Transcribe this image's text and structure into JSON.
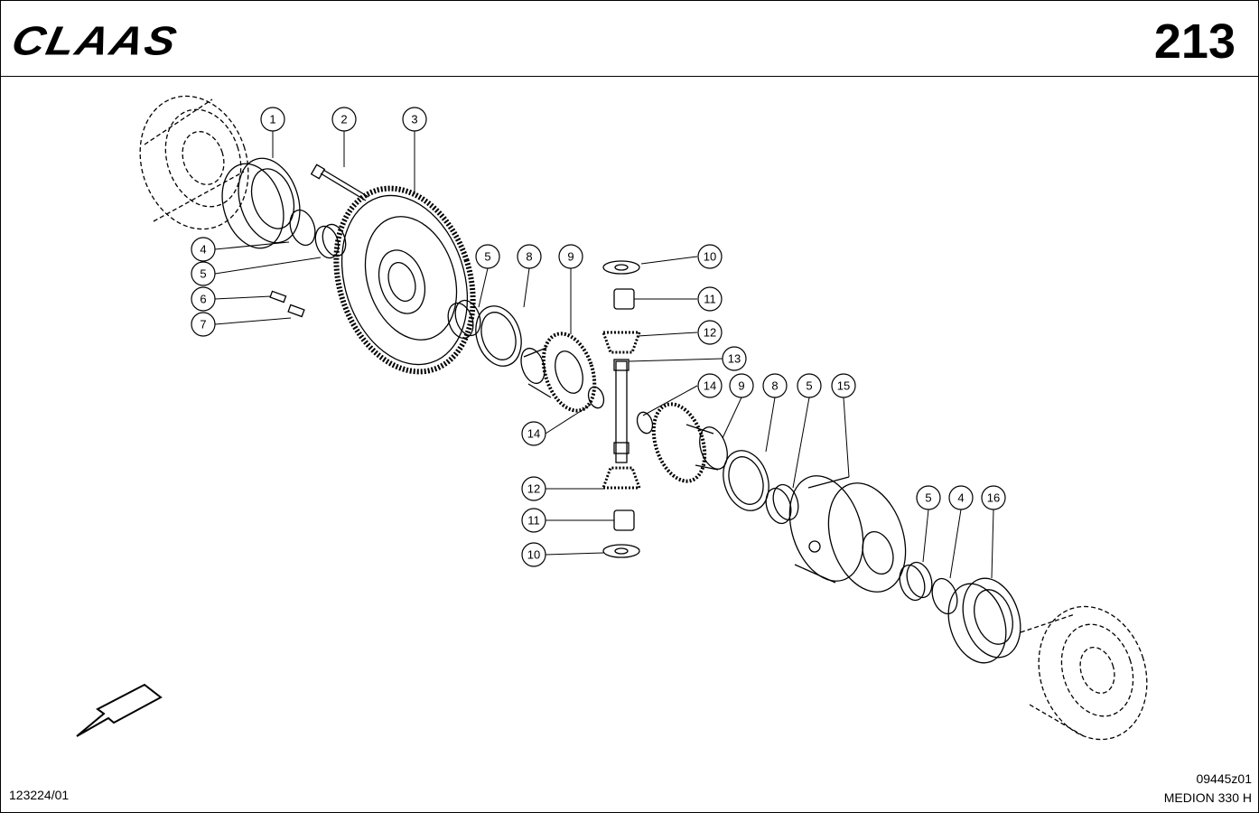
{
  "header": {
    "brand": "CLAAS",
    "page_number": "213"
  },
  "footer": {
    "left_code": "123224/01",
    "right_code": "09445z01",
    "model": "MEDION 330 H"
  },
  "callouts": [
    {
      "id": "c1",
      "label": "1"
    },
    {
      "id": "c2",
      "label": "2"
    },
    {
      "id": "c3",
      "label": "3"
    },
    {
      "id": "c4a",
      "label": "4"
    },
    {
      "id": "c5a",
      "label": "5"
    },
    {
      "id": "c6",
      "label": "6"
    },
    {
      "id": "c7",
      "label": "7"
    },
    {
      "id": "c5b",
      "label": "5"
    },
    {
      "id": "c8a",
      "label": "8"
    },
    {
      "id": "c9a",
      "label": "9"
    },
    {
      "id": "c10a",
      "label": "10"
    },
    {
      "id": "c11a",
      "label": "11"
    },
    {
      "id": "c12a",
      "label": "12"
    },
    {
      "id": "c13",
      "label": "13"
    },
    {
      "id": "c14a",
      "label": "14"
    },
    {
      "id": "c14b",
      "label": "14"
    },
    {
      "id": "c9b",
      "label": "9"
    },
    {
      "id": "c8b",
      "label": "8"
    },
    {
      "id": "c5c",
      "label": "5"
    },
    {
      "id": "c15",
      "label": "15"
    },
    {
      "id": "c12b",
      "label": "12"
    },
    {
      "id": "c11b",
      "label": "11"
    },
    {
      "id": "c10b",
      "label": "10"
    },
    {
      "id": "c5d",
      "label": "5"
    },
    {
      "id": "c4b",
      "label": "4"
    },
    {
      "id": "c16",
      "label": "16"
    }
  ]
}
